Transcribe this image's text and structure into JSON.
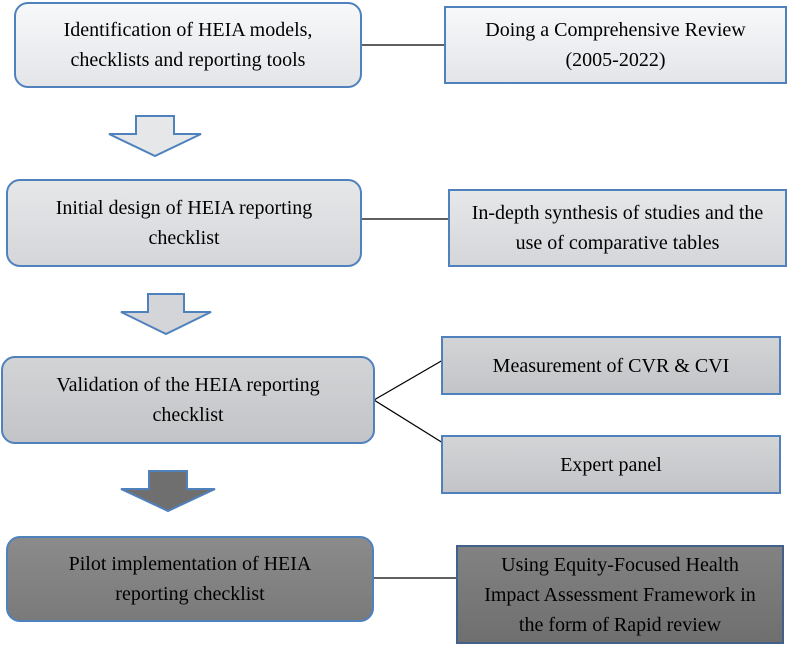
{
  "steps": [
    {
      "text": "Identification of HEIA models, checklists and reporting tools"
    },
    {
      "text": "Initial design of HEIA reporting checklist"
    },
    {
      "text": "Validation of the HEIA reporting checklist"
    },
    {
      "text": "Pilot implementation of HEIA reporting checklist"
    }
  ],
  "details": [
    {
      "text": "Doing a Comprehensive Review (2005-2022)"
    },
    {
      "text": "In-depth synthesis of studies and the use of comparative tables"
    },
    {
      "text": "Measurement of CVR & CVI"
    },
    {
      "text": "Expert panel"
    },
    {
      "text": "Using Equity-Focused Health Impact Assessment Framework in the form of Rapid review"
    }
  ],
  "colors": {
    "border": "#4f81bd",
    "arrow_light": "#d3d5d8",
    "arrow_dark": "#6f6f6f"
  }
}
